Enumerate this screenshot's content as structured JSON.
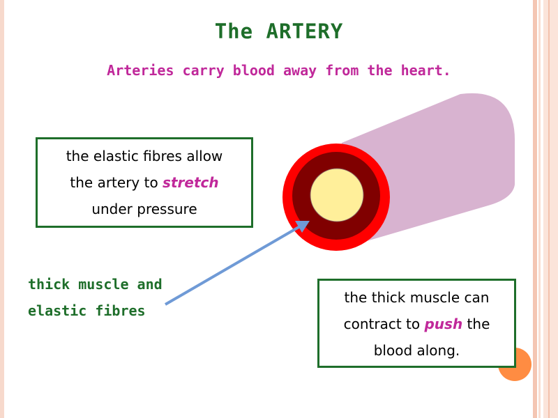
{
  "title": "The ARTERY",
  "subtitle": "Arteries carry blood away from the heart.",
  "elastic_box": {
    "line1": "the elastic fibres allow",
    "line2_pre": "the artery to ",
    "line2_em": "stretch",
    "line3": "under pressure"
  },
  "muscle_label": {
    "line1": "thick muscle and",
    "line2": "elastic fibres"
  },
  "muscle_box": {
    "line1": "the thick muscle can",
    "line2_pre": "contract to ",
    "line2_em": "push",
    "line2_post": " the",
    "line3": "blood along."
  },
  "colors": {
    "title": "#1e6e2a",
    "subtitle": "#c0289a",
    "outer_wall": "#ff0000",
    "muscle_layer": "#800000",
    "lumen": "#ffef9a",
    "tube": "#d8b3d0",
    "arrow": "#6f9ad6",
    "corner_dot": "#ff8c42"
  }
}
